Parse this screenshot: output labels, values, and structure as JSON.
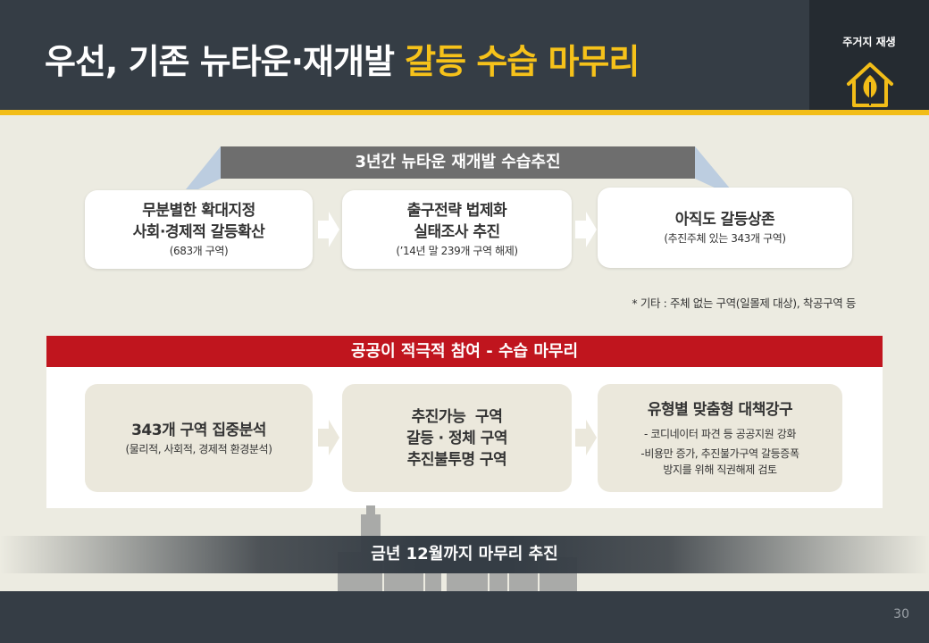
{
  "header": {
    "title_main": "우선, 기존 뉴타운·재개발 ",
    "title_highlight": "갈등 수습 마무리",
    "brand_label": "주거지 재생",
    "brand_icon": "house-leaf-icon",
    "accent_color": "#f2bd18"
  },
  "section1": {
    "bar_label": "3년간 뉴타운 재개발 수습추진",
    "boxes": [
      {
        "lines": [
          "무분별한 확대지정",
          "사회·경제적 갈등확산"
        ],
        "sub": [
          "(683개 구역)"
        ]
      },
      {
        "lines": [
          "출구전략 법제화",
          "실태조사 추진"
        ],
        "sub": [
          "(’14년 말 239개 구역 해제)"
        ]
      },
      {
        "lines": [
          "아직도 갈등상존"
        ],
        "sub": [
          "(추진주체 있는 343개 구역)"
        ]
      }
    ],
    "note": "* 기타 : 주체 없는 구역(일몰제 대상), 착공구역 등"
  },
  "section2": {
    "bar_label": "공공이 적극적 참여 - 수습 마무리",
    "bar_color": "#c0151e",
    "boxes": [
      {
        "lines": [
          "343개 구역 집중분석"
        ],
        "sub": [
          "(물리적, 사회적, 경제적 환경분석)"
        ]
      },
      {
        "lines": [
          "추진가능  구역",
          "갈등 · 정체 구역",
          "추진불투명 구역"
        ],
        "sub": []
      },
      {
        "lines": [
          "유형별 맞춤형 대책강구"
        ],
        "sub": [
          "- 코디네이터 파견 등 공공지원 강화",
          "-비용만 증가, 추진불가구역 갈등증폭",
          "방지를 위해 직권해제 검토"
        ]
      }
    ]
  },
  "bottom_label": "금년 12월까지 마무리 추진",
  "page_number": "30"
}
